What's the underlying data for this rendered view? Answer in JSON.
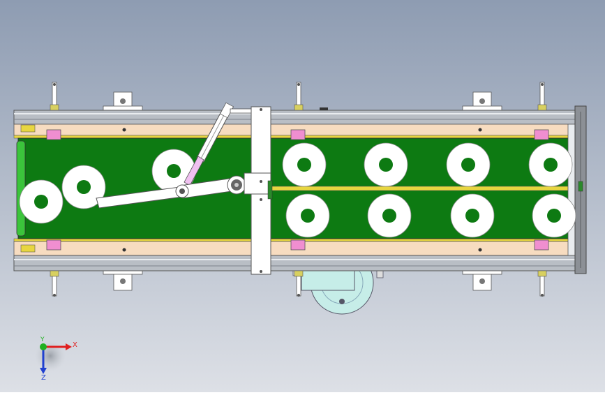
{
  "scene": {
    "background_top": "#8e9cb2",
    "background_bottom": "#d9dde4",
    "rail_color": "#b9bec5",
    "rail_highlight": "#e9ecef",
    "belt_color": "#0d7a12",
    "guide_strip_color": "#f7dcc0",
    "yellow_guide_color": "#e8d640",
    "pad_color": "#f08ed0",
    "disc_color": "#ffffff",
    "arm_color": "#ffffff",
    "motor_color": "#c6ede8"
  },
  "axes": {
    "x_label": "X",
    "y_label": "Y",
    "z_label": "Z",
    "x_color": "#e02020",
    "y_color": "#20b020",
    "z_color": "#2040d0"
  }
}
